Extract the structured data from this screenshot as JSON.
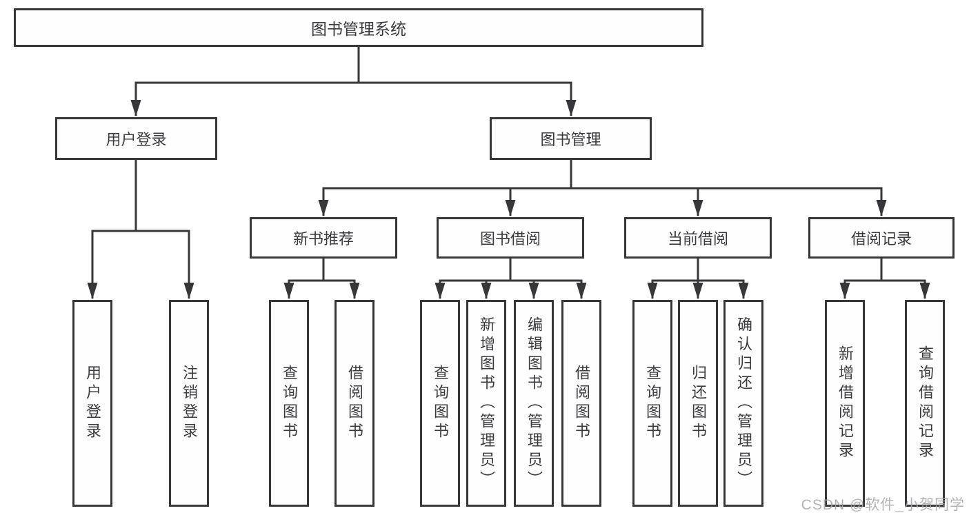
{
  "diagram": {
    "title": "图书管理系统",
    "nodes": {
      "root": {
        "label": "图书管理系统"
      },
      "user_login": {
        "label": "用户登录"
      },
      "book_mgmt": {
        "label": "图书管理"
      },
      "new_book": {
        "label": "新书推荐"
      },
      "borrow": {
        "label": "图书借阅"
      },
      "current": {
        "label": "当前借阅"
      },
      "records": {
        "label": "借阅记录"
      },
      "u1": {
        "label": "用户登录"
      },
      "u2": {
        "label": "注销登录"
      },
      "n1": {
        "label": "查询图书"
      },
      "n2": {
        "label": "借阅图书"
      },
      "b1": {
        "label": "查询图书"
      },
      "b2": {
        "label": "新增图书（管理员）"
      },
      "b3": {
        "label": "编辑图书（管理员）"
      },
      "b4": {
        "label": "借阅图书"
      },
      "c1": {
        "label": "查询图书"
      },
      "c2": {
        "label": "归还图书"
      },
      "c3": {
        "label": "确认归还（管理员）"
      },
      "r1": {
        "label": "新增借阅记录"
      },
      "r2": {
        "label": "查询借阅记录"
      }
    },
    "edges": [
      {
        "from": "root",
        "to": [
          "user_login",
          "book_mgmt"
        ]
      },
      {
        "from": "user_login",
        "to": [
          "u1",
          "u2"
        ]
      },
      {
        "from": "book_mgmt",
        "to": [
          "new_book",
          "borrow",
          "current",
          "records"
        ]
      },
      {
        "from": "new_book",
        "to": [
          "n1",
          "n2"
        ]
      },
      {
        "from": "borrow",
        "to": [
          "b1",
          "b2",
          "b3",
          "b4"
        ]
      },
      {
        "from": "current",
        "to": [
          "c1",
          "c2",
          "c3"
        ]
      },
      {
        "from": "records",
        "to": [
          "r1",
          "r2"
        ]
      }
    ],
    "line_color": "#37373a",
    "background_color": "#ffffff"
  },
  "watermark": {
    "text": "CSDN @软件_小贺同学"
  }
}
